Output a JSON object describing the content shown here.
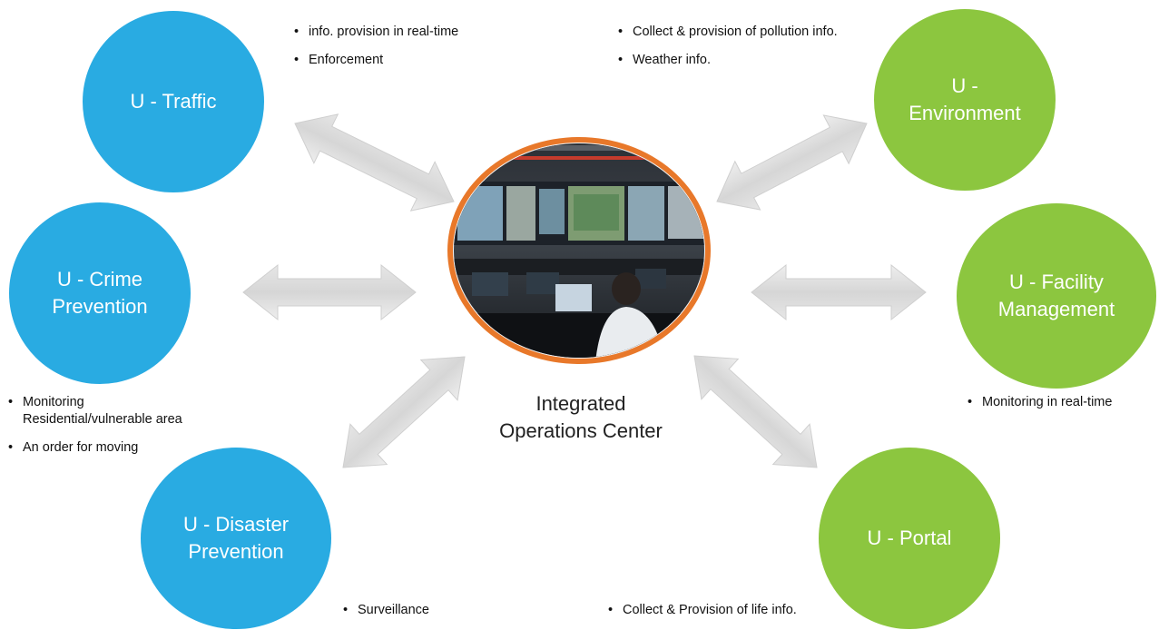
{
  "colors": {
    "blue": "#29abe2",
    "green": "#8cc63f",
    "hub_ring": "#e8782a",
    "arrow": "#d9d9d9"
  },
  "hub": {
    "label": "Integrated\nOperations Center",
    "image": "control-room-photo"
  },
  "nodes": {
    "traffic": {
      "label": "U - Traffic",
      "color": "blue"
    },
    "environment": {
      "label": "U -\nEnvironment",
      "color": "green"
    },
    "crime": {
      "label": "U - Crime\nPrevention",
      "color": "blue"
    },
    "facility": {
      "label": "U - Facility\nManagement",
      "color": "green"
    },
    "disaster": {
      "label": "U - Disaster\nPrevention",
      "color": "blue"
    },
    "portal": {
      "label": "U - Portal",
      "color": "green"
    }
  },
  "notes": {
    "traffic": [
      "info. provision in real-time",
      "Enforcement"
    ],
    "environment": [
      "Collect & provision of pollution info.",
      "Weather info."
    ],
    "crime": [
      "Monitoring\nResidential/vulnerable area",
      "An order for moving"
    ],
    "facility": [
      "Monitoring in real-time"
    ],
    "disaster": [
      "Surveillance"
    ],
    "portal": [
      "Collect & Provision of life info."
    ]
  },
  "connections": [
    {
      "from": "hub",
      "to": "traffic",
      "style": "double-arrow"
    },
    {
      "from": "hub",
      "to": "environment",
      "style": "double-arrow"
    },
    {
      "from": "hub",
      "to": "crime",
      "style": "double-arrow"
    },
    {
      "from": "hub",
      "to": "facility",
      "style": "double-arrow"
    },
    {
      "from": "hub",
      "to": "disaster",
      "style": "double-arrow"
    },
    {
      "from": "hub",
      "to": "portal",
      "style": "double-arrow"
    }
  ]
}
